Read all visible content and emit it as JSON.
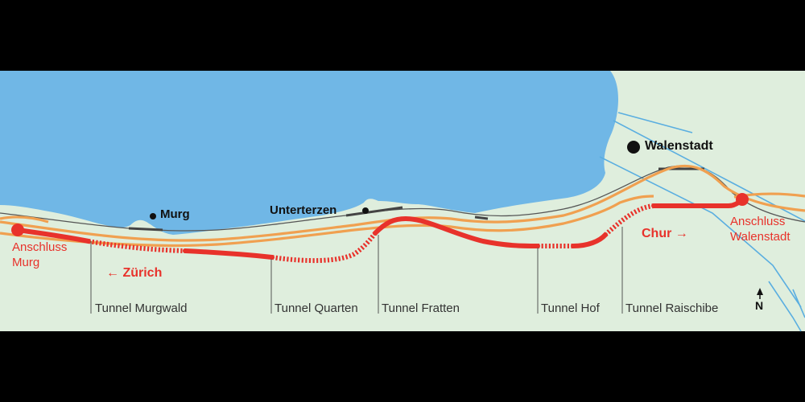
{
  "colors": {
    "background": "#000000",
    "land": "#dfeedd",
    "lake": "#70b7e6",
    "new_line": "#e8322b",
    "road": "#f0a050",
    "river": "#5aaee0",
    "rail": "#555555",
    "text": "#111111"
  },
  "places": {
    "murg": "Murg",
    "unterterzen": "Unterterzen",
    "walenstadt": "Walenstadt"
  },
  "connections": {
    "murg_l1": "Anschluss",
    "murg_l2": "Murg",
    "walenstadt_l1": "Anschluss",
    "walenstadt_l2": "Walenstadt"
  },
  "directions": {
    "zurich": "← Zürich",
    "chur": "Chur →"
  },
  "tunnels": [
    "Tunnel Murgwald",
    "Tunnel Quarten",
    "Tunnel Fratten",
    "Tunnel Hof",
    "Tunnel Raischibe"
  ],
  "north": {
    "letter": "N",
    "icon": "north-arrow-icon"
  }
}
